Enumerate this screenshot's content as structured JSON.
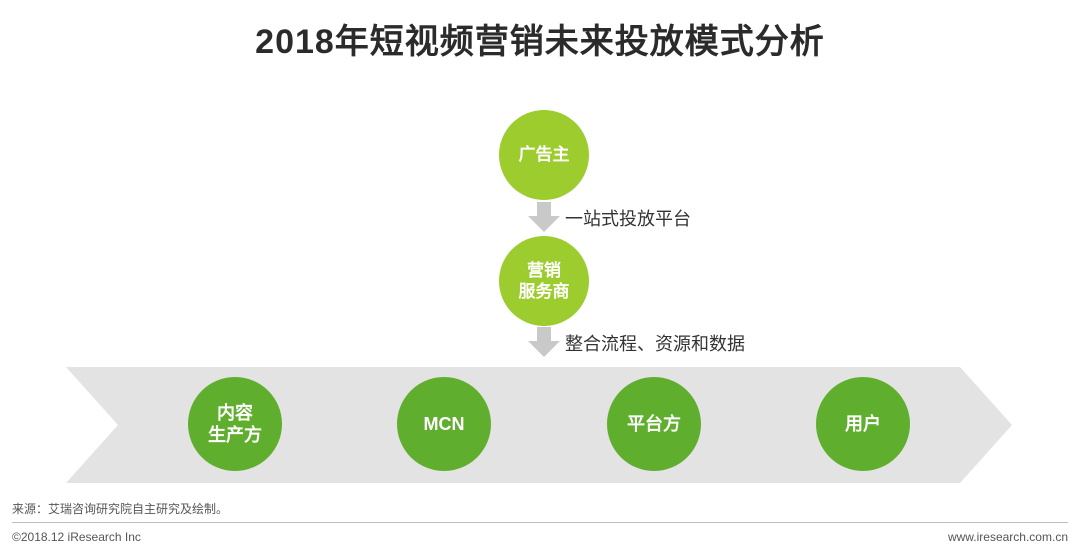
{
  "title": "2018年短视频营销未来投放模式分析",
  "nodes": {
    "advertiser": "广告主",
    "marketing_provider": [
      "营销",
      "服务商"
    ]
  },
  "flows": {
    "one_stop": "一站式投放平台",
    "integrate": "整合流程、资源和数据"
  },
  "chain": [
    {
      "lines": [
        "内容",
        "生产方"
      ]
    },
    {
      "lines": [
        "MCN"
      ]
    },
    {
      "lines": [
        "平台方"
      ]
    },
    {
      "lines": [
        "用户"
      ]
    }
  ],
  "footer": {
    "source": "来源：艾瑞咨询研究院自主研究及绘制。",
    "copyright": "©2018.12 iResearch Inc",
    "site": "www.iresearch.com.cn"
  },
  "colors": {
    "light_green": "#9ccc2e",
    "dark_green": "#5fae2e",
    "band_gray": "#e3e3e3",
    "arrow_gray": "#c9c9c9"
  }
}
